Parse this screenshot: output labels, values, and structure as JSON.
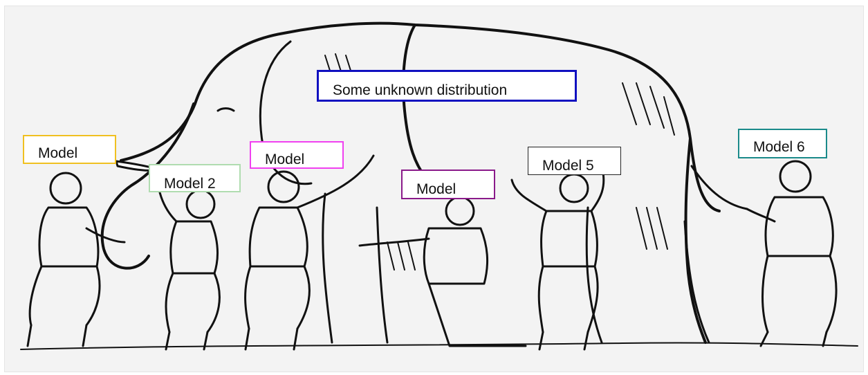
{
  "distribution": {
    "label": "Some unknown distribution",
    "border_color": "#1010c0"
  },
  "models": [
    {
      "label": "Model",
      "border_color": "#f0c020"
    },
    {
      "label": "Model 2",
      "border_color": "#b0dcb0"
    },
    {
      "label": "Model",
      "border_color": "#f040f0"
    },
    {
      "label": "Model",
      "border_color": "#8a1a8a"
    },
    {
      "label": "Model 5",
      "border_color": "#222222"
    },
    {
      "label": "Model 6",
      "border_color": "#1a8a8a"
    }
  ]
}
